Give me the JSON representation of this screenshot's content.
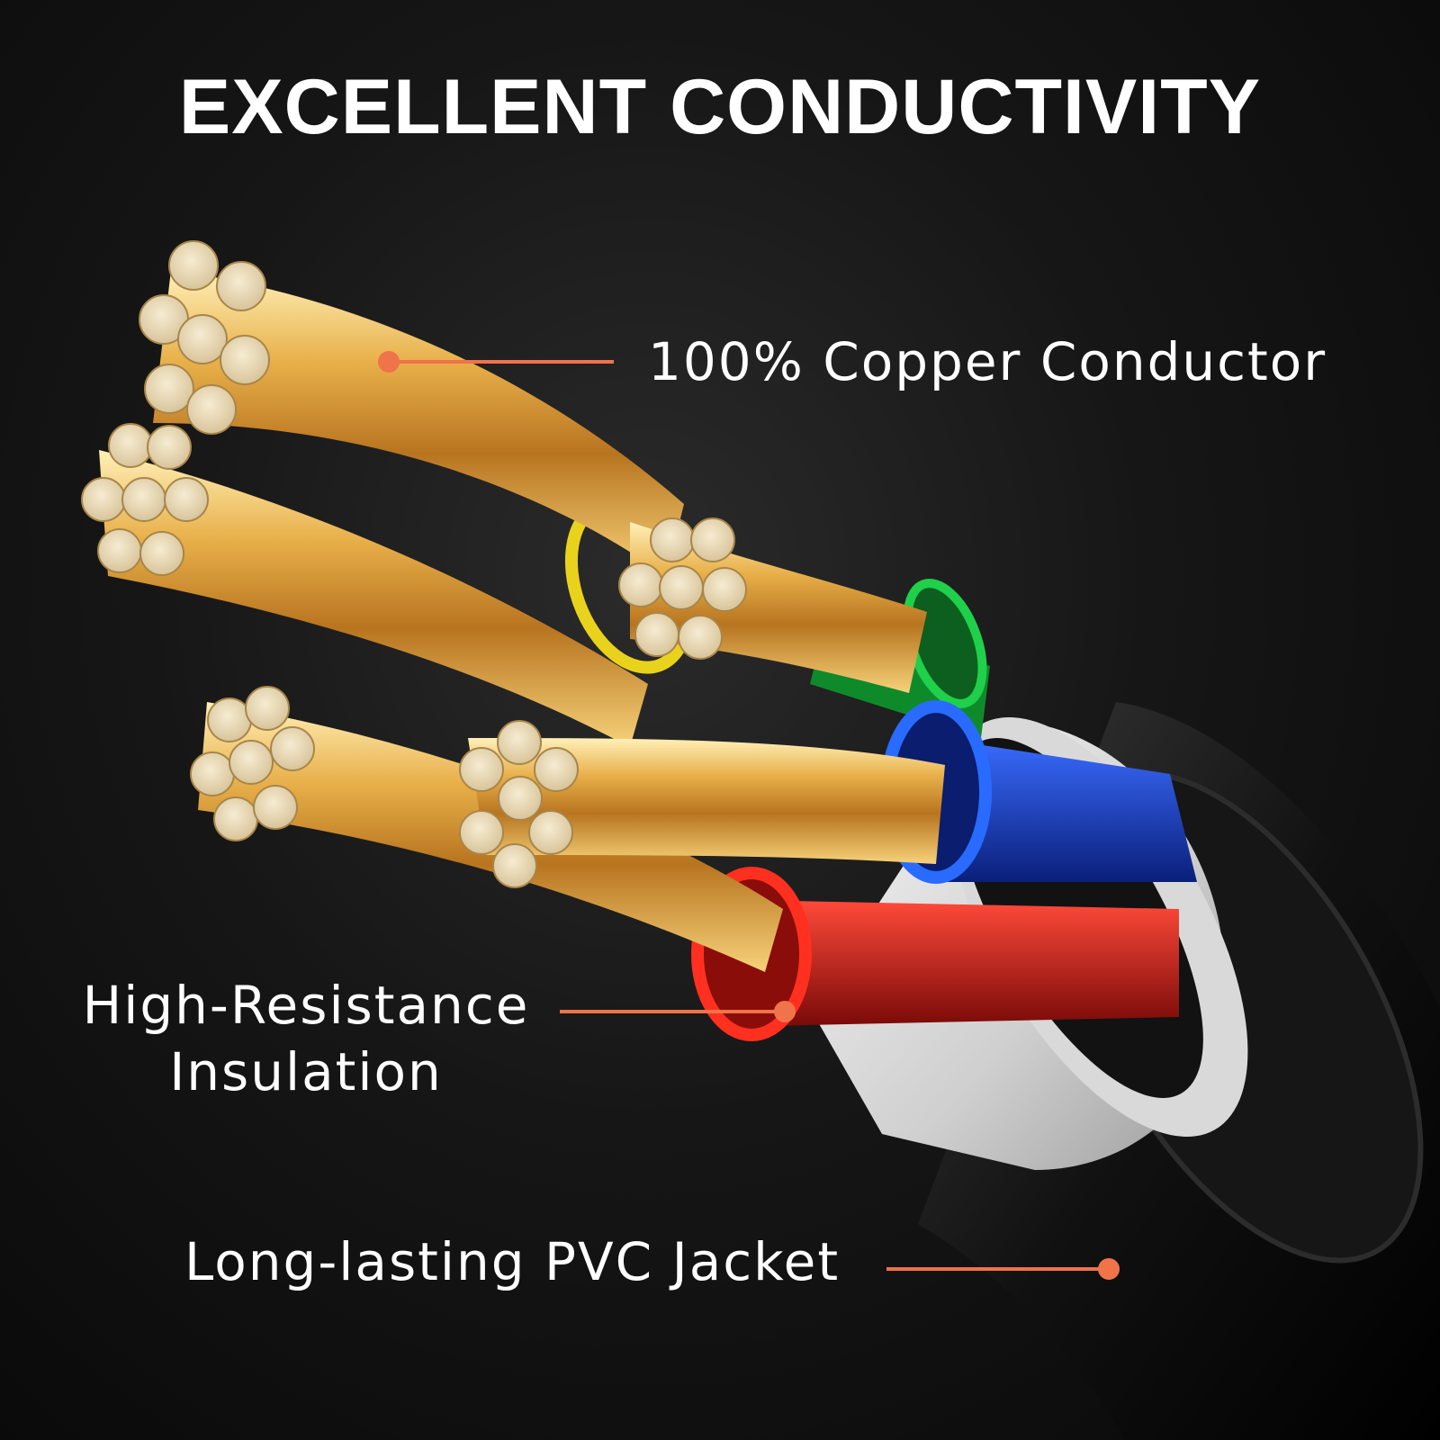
{
  "title": "EXCELLENT CONDUCTIVITY",
  "callouts": {
    "copper": "100% Copper Conductor",
    "insulation_line1": "High-Resistance",
    "insulation_line2": "Insulation",
    "jacket": "Long-lasting PVC Jacket"
  },
  "colors": {
    "callout_line": "#f0734a",
    "copper": "#d9a441",
    "wire_blue": "#1f4fd6",
    "wire_red": "#d8231c",
    "wire_green": "#19b43c",
    "wire_yellow": "#e9d21c",
    "insulation_white": "#e4e4e4",
    "jacket_black": "#1a1a1a"
  }
}
